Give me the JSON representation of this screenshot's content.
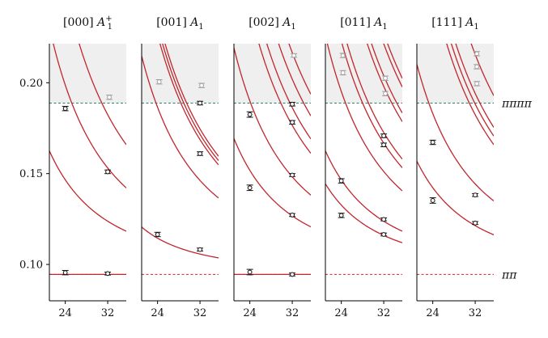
{
  "chart_data": {
    "type": "scatter",
    "y_axis": {
      "ylim": [
        0.08,
        0.2215
      ],
      "ticks": [
        0.1,
        0.15,
        0.2
      ],
      "tick_labels": [
        "0.10",
        "0.15",
        "0.20"
      ]
    },
    "x_axis": {
      "xlim": [
        21.0,
        35.5
      ],
      "ticks": [
        24,
        32
      ],
      "tick_labels": [
        "24",
        "32"
      ]
    },
    "thresholds": [
      {
        "label": "ππππ",
        "value": 0.1888,
        "color": "#2e7d6b"
      },
      {
        "label": "ππ",
        "value": 0.0945,
        "color": "#c62828"
      }
    ],
    "shaded_region_above": 0.1888,
    "colors": {
      "curve": "#c0272d",
      "point": "#111111",
      "point_inactive": "#a0a0a0",
      "shade": "#efefef"
    },
    "panels": [
      {
        "title_momentum": "[000]",
        "title_irrep": "A",
        "title_sub": "1",
        "title_sup": "+",
        "curves": [
          {
            "a": 0.0945,
            "b": 0.0,
            "flat": true
          },
          {
            "a": 0.0945,
            "b": 30.0
          },
          {
            "a": 0.0945,
            "b": 60.0
          },
          {
            "a": 0.0945,
            "b": 90.0
          }
        ],
        "points": [
          {
            "x": 24,
            "y": 0.1858,
            "err": 0.0012,
            "active": true
          },
          {
            "x": 32,
            "y": 0.151,
            "err": 0.001,
            "active": true
          },
          {
            "x": 24,
            "y": 0.0955,
            "err": 0.0012,
            "active": true
          },
          {
            "x": 32,
            "y": 0.095,
            "err": 0.0008,
            "active": true
          },
          {
            "x": 32,
            "y": 0.192,
            "err": 0.0012,
            "active": false
          }
        ]
      },
      {
        "title_momentum": "[001]",
        "title_irrep": "A",
        "title_sub": "1",
        "title_sup": "",
        "curves": [
          {
            "a": 0.0945,
            "b": 11.5
          },
          {
            "a": 0.0945,
            "b": 53.0
          },
          {
            "a": 0.0945,
            "b": 76.0
          },
          {
            "a": 0.0945,
            "b": 79.0
          },
          {
            "a": 0.0945,
            "b": 82.0
          }
        ],
        "points": [
          {
            "x": 24,
            "y": 0.1165,
            "err": 0.0012,
            "active": true
          },
          {
            "x": 32,
            "y": 0.1082,
            "err": 0.0008,
            "active": true
          },
          {
            "x": 32,
            "y": 0.161,
            "err": 0.001,
            "active": true
          },
          {
            "x": 32,
            "y": 0.1888,
            "err": 0.001,
            "active": true
          },
          {
            "x": 24,
            "y": 0.2005,
            "err": 0.0012,
            "active": false
          },
          {
            "x": 32,
            "y": 0.1985,
            "err": 0.0012,
            "active": false
          }
        ]
      },
      {
        "title_momentum": "[002]",
        "title_irrep": "A",
        "title_sub": "1",
        "title_sup": "",
        "curves": [
          {
            "a": 0.0945,
            "b": 0.0,
            "flat": true
          },
          {
            "a": 0.0945,
            "b": 33.0
          },
          {
            "a": 0.0945,
            "b": 55.0
          },
          {
            "a": 0.0945,
            "b": 84.0
          },
          {
            "a": 0.0945,
            "b": 94.0
          },
          {
            "a": 0.0945,
            "b": 110.0
          },
          {
            "a": 0.0945,
            "b": 125.0
          }
        ],
        "points": [
          {
            "x": 24,
            "y": 0.0958,
            "err": 0.0015,
            "active": true
          },
          {
            "x": 32,
            "y": 0.0945,
            "err": 0.0008,
            "active": true
          },
          {
            "x": 24,
            "y": 0.1422,
            "err": 0.0015,
            "active": true
          },
          {
            "x": 32,
            "y": 0.1272,
            "err": 0.0008,
            "active": true
          },
          {
            "x": 32,
            "y": 0.1492,
            "err": 0.0008,
            "active": true
          },
          {
            "x": 24,
            "y": 0.1825,
            "err": 0.0015,
            "active": true
          },
          {
            "x": 32,
            "y": 0.1782,
            "err": 0.001,
            "active": true
          },
          {
            "x": 32,
            "y": 0.1882,
            "err": 0.001,
            "active": true
          },
          {
            "x": 32,
            "y": 0.215,
            "err": 0.001,
            "active": false
          }
        ]
      },
      {
        "title_momentum": "[011]",
        "title_irrep": "A",
        "title_sub": "1",
        "title_sup": "",
        "curves": [
          {
            "a": 0.0945,
            "b": 22.0
          },
          {
            "a": 0.0945,
            "b": 30.0
          },
          {
            "a": 0.0945,
            "b": 58.0
          },
          {
            "a": 0.0945,
            "b": 74.0
          },
          {
            "a": 0.0945,
            "b": 80.0
          },
          {
            "a": 0.0945,
            "b": 106.0
          },
          {
            "a": 0.0945,
            "b": 112.0
          },
          {
            "a": 0.0945,
            "b": 130.0
          },
          {
            "a": 0.0945,
            "b": 136.0
          }
        ],
        "points": [
          {
            "x": 24,
            "y": 0.127,
            "err": 0.0012,
            "active": true
          },
          {
            "x": 32,
            "y": 0.1165,
            "err": 0.0008,
            "active": true
          },
          {
            "x": 32,
            "y": 0.1248,
            "err": 0.0008,
            "active": true
          },
          {
            "x": 24,
            "y": 0.146,
            "err": 0.0012,
            "active": true
          },
          {
            "x": 32,
            "y": 0.1658,
            "err": 0.001,
            "active": true
          },
          {
            "x": 32,
            "y": 0.1708,
            "err": 0.001,
            "active": true
          },
          {
            "x": 24,
            "y": 0.2055,
            "err": 0.0012,
            "active": false
          },
          {
            "x": 24,
            "y": 0.215,
            "err": 0.0012,
            "active": false
          },
          {
            "x": 32,
            "y": 0.194,
            "err": 0.0012,
            "active": false
          },
          {
            "x": 32,
            "y": 0.2025,
            "err": 0.0012,
            "active": false
          }
        ]
      },
      {
        "title_momentum": "[111]",
        "title_irrep": "A",
        "title_sub": "1",
        "title_sup": "",
        "curves": [
          {
            "a": 0.0945,
            "b": 27.5
          },
          {
            "a": 0.0945,
            "b": 51.0
          },
          {
            "a": 0.0945,
            "b": 90.0
          },
          {
            "a": 0.0945,
            "b": 96.0
          },
          {
            "a": 0.0945,
            "b": 102.0
          },
          {
            "a": 0.0945,
            "b": 124.0
          }
        ],
        "points": [
          {
            "x": 24,
            "y": 0.1352,
            "err": 0.0015,
            "active": true
          },
          {
            "x": 32,
            "y": 0.1228,
            "err": 0.0008,
            "active": true
          },
          {
            "x": 24,
            "y": 0.1672,
            "err": 0.0012,
            "active": true
          },
          {
            "x": 32,
            "y": 0.1382,
            "err": 0.0008,
            "active": true
          },
          {
            "x": 32,
            "y": 0.1995,
            "err": 0.0012,
            "active": false
          },
          {
            "x": 32,
            "y": 0.2088,
            "err": 0.0012,
            "active": false
          },
          {
            "x": 32,
            "y": 0.216,
            "err": 0.0012,
            "active": false
          }
        ]
      }
    ]
  }
}
